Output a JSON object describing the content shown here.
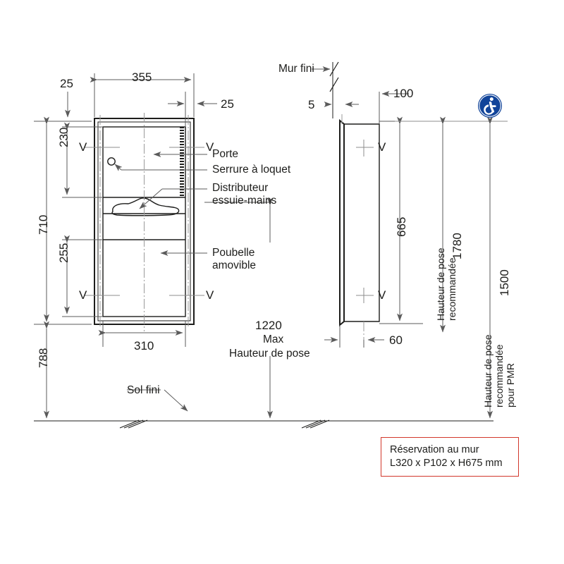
{
  "drawing": {
    "title": "Plan technique - Distributeur essuie-mains encastre",
    "accent_red": "#d2382c",
    "accent_blue": "#11449a",
    "line_color": "#1d1d1b"
  },
  "front_view": {
    "dimensions": {
      "top_offset": "25",
      "overall_width": "355",
      "right_offset": "25",
      "upper_section": "230",
      "overall_height": "710",
      "lower_section": "255",
      "inner_width": "310",
      "floor_gap": "788"
    },
    "labels": {
      "door": "Porte",
      "latch": "Serrure à loquet",
      "dispenser_line1": "Distributeur",
      "dispenser_line2": "essuie-mains",
      "bin_line1": "Poubelle",
      "bin_line2": "amovible",
      "floor": "Sol fini",
      "section_mark": "V"
    }
  },
  "mounting": {
    "value": "1220",
    "qualifier": "Max",
    "caption": "Hauteur de pose"
  },
  "side_view": {
    "wall_label": "Mur fini",
    "dimensions": {
      "flange_thickness": "5",
      "depth_from_wall": "100",
      "body_height": "665",
      "body_depth": "60"
    },
    "labels": {
      "section_mark": "V"
    }
  },
  "recommendations": [
    {
      "id": "standard",
      "caption": "Hauteur de pose recommandée",
      "value": "1780"
    },
    {
      "id": "pmr",
      "caption": "Hauteur de pose recommandée pour PMR",
      "value": "1500"
    }
  ],
  "accessibility_icon": {
    "name": "wheelchair-accessibility-icon",
    "color": "#11449a"
  },
  "reservation_note": {
    "line1": "Réservation au mur",
    "line2": "L320 x P102 x H675 mm"
  }
}
